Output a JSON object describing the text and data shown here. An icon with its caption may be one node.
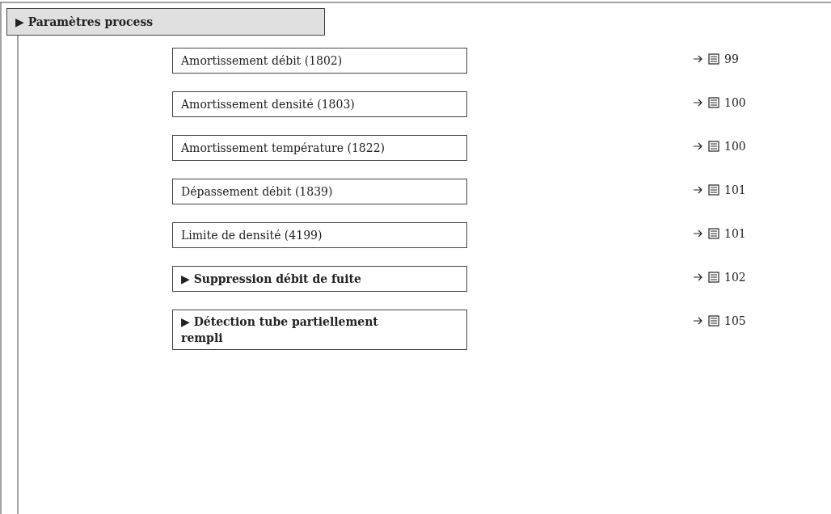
{
  "diagram": {
    "nodes": [
      {
        "text": [
          "▶ Paramètres process"
        ]
      },
      {
        "text": [
          "Amortissement débit (1802)"
        ]
      },
      {
        "text": [
          "Amortissement densité (1803)"
        ]
      },
      {
        "text": [
          "Amortissement température (1822)"
        ]
      },
      {
        "text": [
          "Dépassement débit (1839)"
        ]
      },
      {
        "text": [
          "Limite de densité (4199)"
        ]
      },
      {
        "text": [
          "▶ Suppression débit de fuite"
        ]
      },
      {
        "text": [
          "▶ Détection tube partiellement rempli"
        ]
      }
    ],
    "labels": [
      "99",
      "100",
      "100",
      "101",
      "101",
      "102",
      "105"
    ]
  }
}
